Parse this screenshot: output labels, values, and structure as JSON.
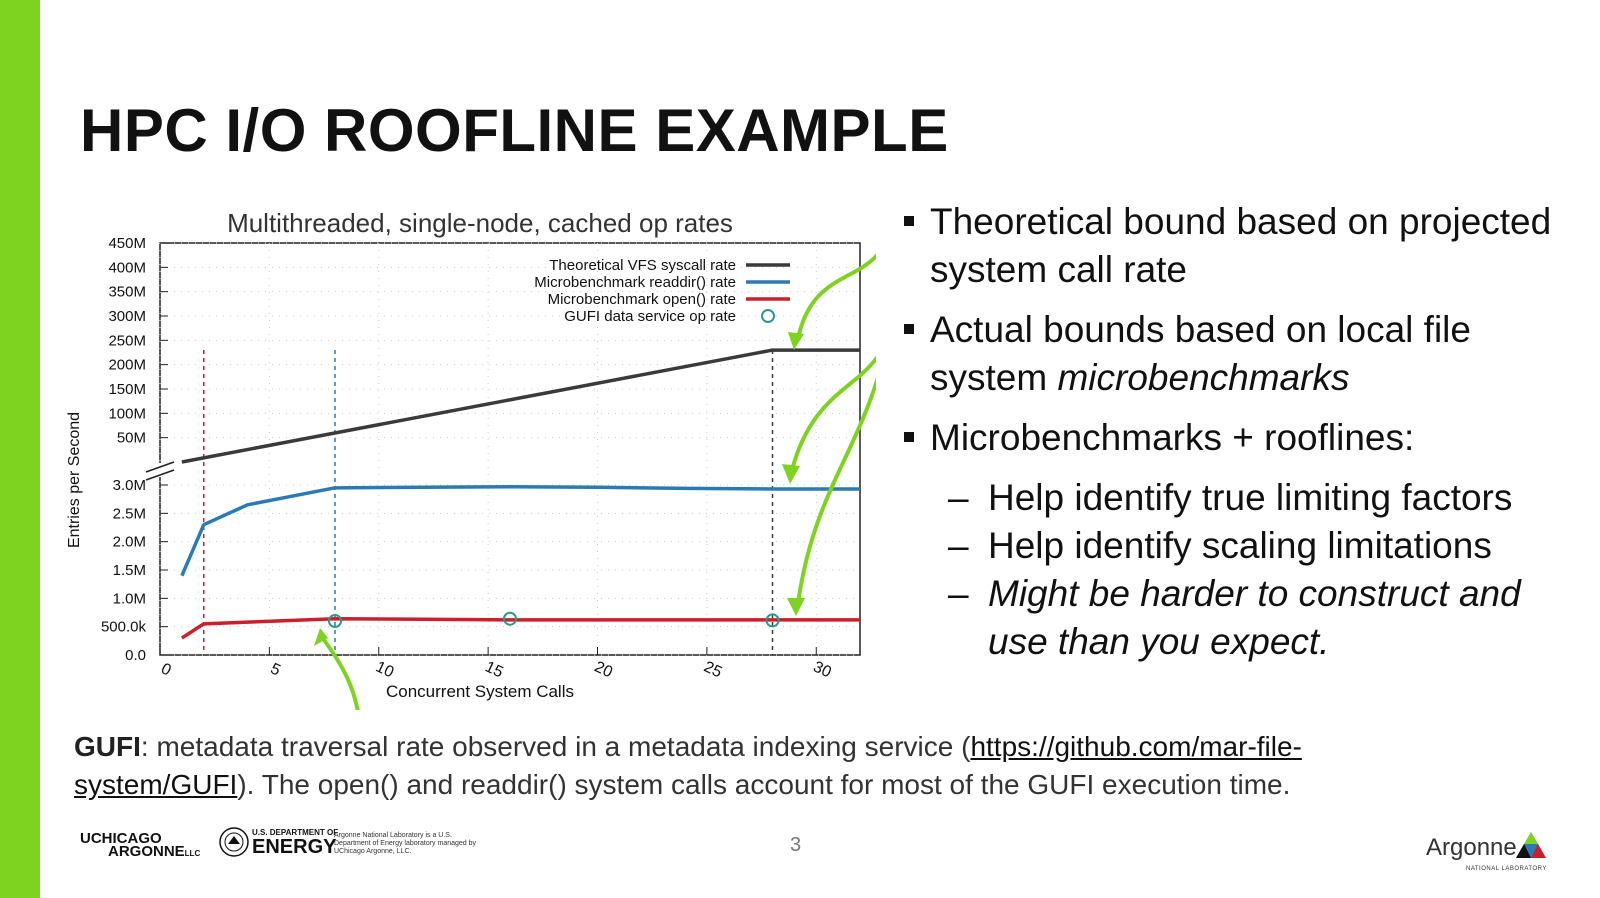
{
  "slide": {
    "title": "HPC I/O ROOFLINE EXAMPLE",
    "page_number": "3",
    "accent_color": "#7ed321"
  },
  "bullets": {
    "b1": "Theoretical bound based on projected system call rate",
    "b2_plain": "Actual bounds based on local file system ",
    "b2_italic": "microbenchmarks",
    "b3": "Microbenchmarks + rooflines:",
    "sub1": "Help identify true limiting factors",
    "sub2": "Help identify scaling limitations",
    "sub3": "Might be harder to construct and use than you expect."
  },
  "caption": {
    "bold": "GUFI",
    "text1": ": metadata traversal rate observed in a metadata indexing service (",
    "link": "https://github.com/mar-file-system/GUFI",
    "text2": ").  The open() and readdir() system calls account for most of the GUFI execution time."
  },
  "footer": {
    "uchicago_line1": "UCHICAGO",
    "uchicago_line2": "ARGONNE",
    "uchicago_suffix": "LLC",
    "doe_line1": "U.S. DEPARTMENT OF",
    "doe_line2": "ENERGY",
    "doe_mgmt": "Argonne National Laboratory is a U.S. Department of Energy laboratory managed by UChicago Argonne, LLC.",
    "argonne_name": "Argonne",
    "argonne_sub": "NATIONAL LABORATORY"
  },
  "chart_data": {
    "type": "line",
    "title": "Multithreaded, single-node, cached op rates",
    "xlabel": "Concurrent System Calls",
    "ylabel": "Entries per Second",
    "xlim": [
      0,
      32
    ],
    "x_ticks": [
      0,
      5,
      10,
      15,
      20,
      25,
      30
    ],
    "y_broken_axis": true,
    "y_lower_ticks": [
      "0.0",
      "500.0k",
      "1.0M",
      "1.5M",
      "2.0M",
      "2.5M",
      "3.0M"
    ],
    "y_lower_tick_values": [
      0,
      500000,
      1000000,
      1500000,
      2000000,
      2500000,
      3000000
    ],
    "y_upper_ticks": [
      "50M",
      "100M",
      "150M",
      "200M",
      "250M",
      "300M",
      "350M",
      "400M",
      "450M"
    ],
    "y_upper_tick_values": [
      50000000,
      100000000,
      150000000,
      200000000,
      250000000,
      300000000,
      350000000,
      400000000,
      450000000
    ],
    "legend_position": "top-right",
    "grid": true,
    "series": [
      {
        "name": "Theoretical VFS syscall rate",
        "color": "#3a3a3a",
        "marker": "line",
        "x": [
          1,
          28,
          32
        ],
        "y": [
          0,
          230000000,
          230000000
        ]
      },
      {
        "name": "Microbenchmark readdir() rate",
        "color": "#2a7ab8",
        "marker": "line",
        "x": [
          1,
          2,
          4,
          6,
          8,
          12,
          16,
          20,
          24,
          28,
          32
        ],
        "y": [
          1400000,
          2300000,
          2650000,
          2800000,
          2950000,
          2960000,
          2970000,
          2960000,
          2940000,
          2930000,
          2930000
        ]
      },
      {
        "name": "Microbenchmark open() rate",
        "color": "#cc1f2a",
        "marker": "line",
        "x": [
          1,
          2,
          4,
          8,
          12,
          16,
          20,
          24,
          28,
          32
        ],
        "y": [
          300000,
          550000,
          580000,
          640000,
          630000,
          620000,
          620000,
          620000,
          620000,
          620000
        ]
      },
      {
        "name": "GUFI data service op rate",
        "color": "#2a9a8a",
        "marker": "circle",
        "x": [
          8,
          16,
          28
        ],
        "y": [
          600000,
          640000,
          610000
        ]
      }
    ],
    "vertical_markers": [
      {
        "x": 2,
        "color": "#cc1f2a"
      },
      {
        "x": 8,
        "color": "#2a7ab8"
      },
      {
        "x": 28,
        "color": "#3a3a3a"
      }
    ]
  }
}
